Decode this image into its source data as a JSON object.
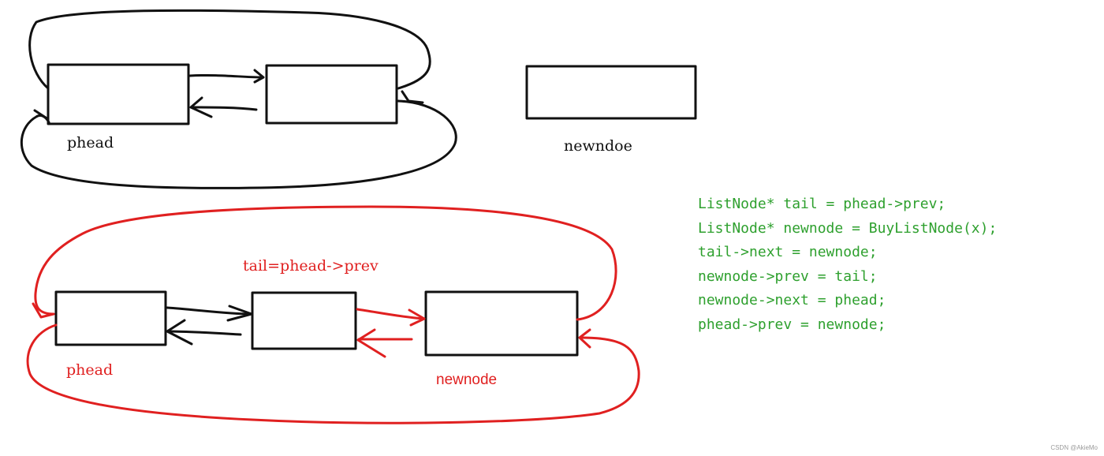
{
  "colors": {
    "ink": "#111111",
    "red": "#e02020",
    "green": "#2ea02e"
  },
  "top_diagram": {
    "head_label": "phead",
    "new_label": "newndoe"
  },
  "bottom_diagram": {
    "tail_label": "tail=phead->prev",
    "head_label": "phead",
    "new_label": "newnode"
  },
  "code_lines": [
    "ListNode* tail = phead->prev;",
    "ListNode* newnode = BuyListNode(x);",
    "tail->next = newnode;",
    "newnode->prev = tail;",
    "newnode->next = phead;",
    "phead->prev = newnode;"
  ],
  "watermark": "CSDN @AkieMo"
}
